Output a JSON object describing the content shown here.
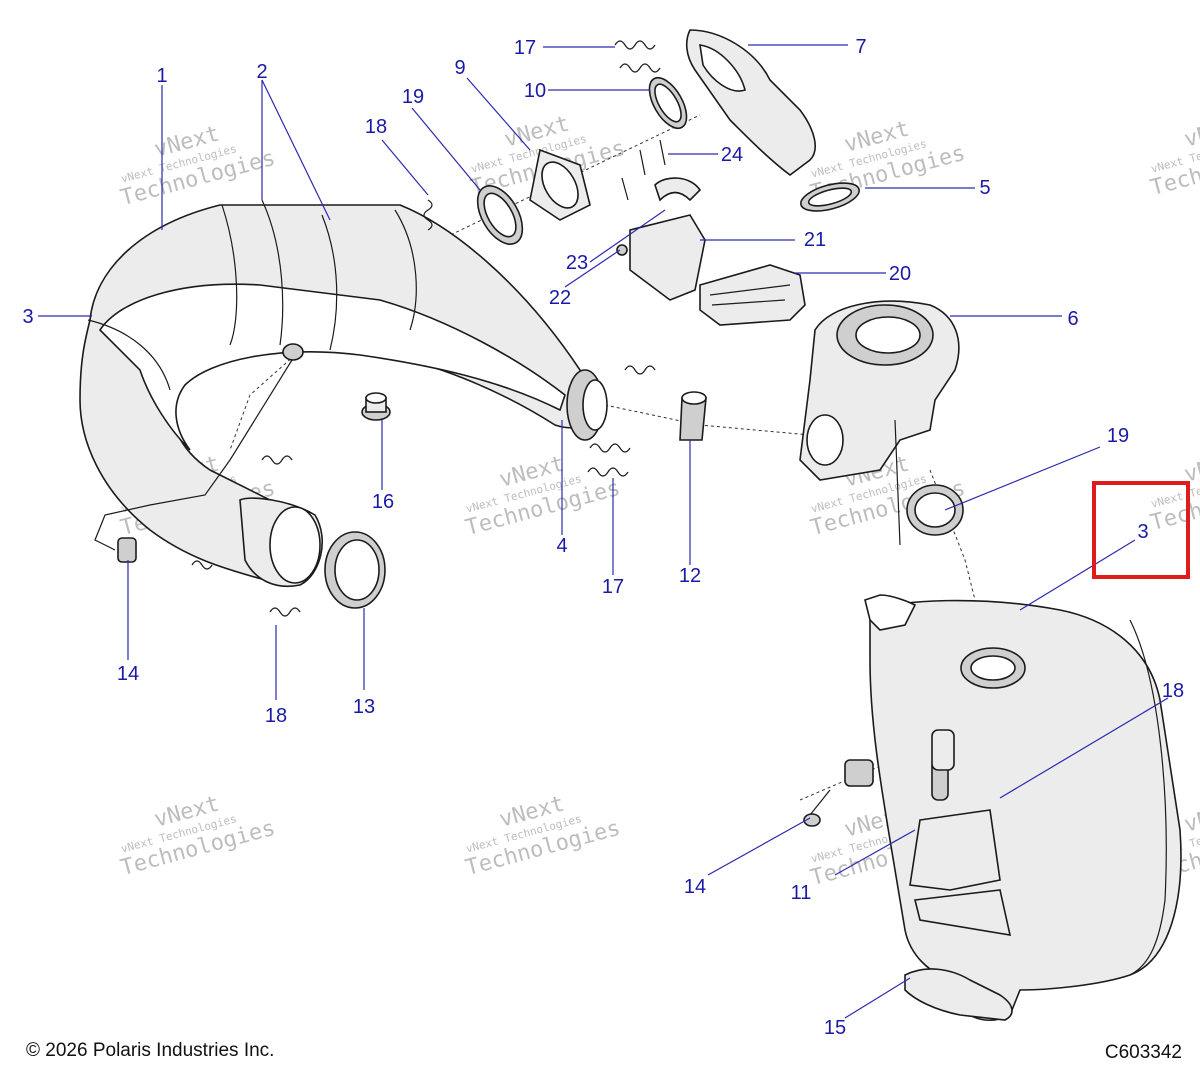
{
  "footer": {
    "copyright": "© 2026 Polaris Industries Inc.",
    "figure_code": "C603342"
  },
  "watermark": {
    "line1": "vNext",
    "line2": "vNext Technologies",
    "line3": "Technologies"
  },
  "callouts": [
    {
      "id": "c1",
      "text": "1"
    },
    {
      "id": "c2",
      "text": "2"
    },
    {
      "id": "c3a",
      "text": "3"
    },
    {
      "id": "c3b",
      "text": "3"
    },
    {
      "id": "c4",
      "text": "4"
    },
    {
      "id": "c5",
      "text": "5"
    },
    {
      "id": "c6",
      "text": "6"
    },
    {
      "id": "c7",
      "text": "7"
    },
    {
      "id": "c9",
      "text": "9"
    },
    {
      "id": "c10",
      "text": "10"
    },
    {
      "id": "c11",
      "text": "11"
    },
    {
      "id": "c12",
      "text": "12"
    },
    {
      "id": "c13",
      "text": "13"
    },
    {
      "id": "c14a",
      "text": "14"
    },
    {
      "id": "c14b",
      "text": "14"
    },
    {
      "id": "c15",
      "text": "15"
    },
    {
      "id": "c16",
      "text": "16"
    },
    {
      "id": "c17a",
      "text": "17"
    },
    {
      "id": "c17b",
      "text": "17"
    },
    {
      "id": "c18a",
      "text": "18"
    },
    {
      "id": "c18b",
      "text": "18"
    },
    {
      "id": "c18c",
      "text": "18"
    },
    {
      "id": "c19a",
      "text": "19"
    },
    {
      "id": "c19b",
      "text": "19"
    },
    {
      "id": "c20",
      "text": "20"
    },
    {
      "id": "c21",
      "text": "21"
    },
    {
      "id": "c22",
      "text": "22"
    },
    {
      "id": "c23",
      "text": "23"
    },
    {
      "id": "c24",
      "text": "24"
    }
  ],
  "colors": {
    "callout": "#1a1aa6",
    "highlight": "#e01b1b"
  }
}
